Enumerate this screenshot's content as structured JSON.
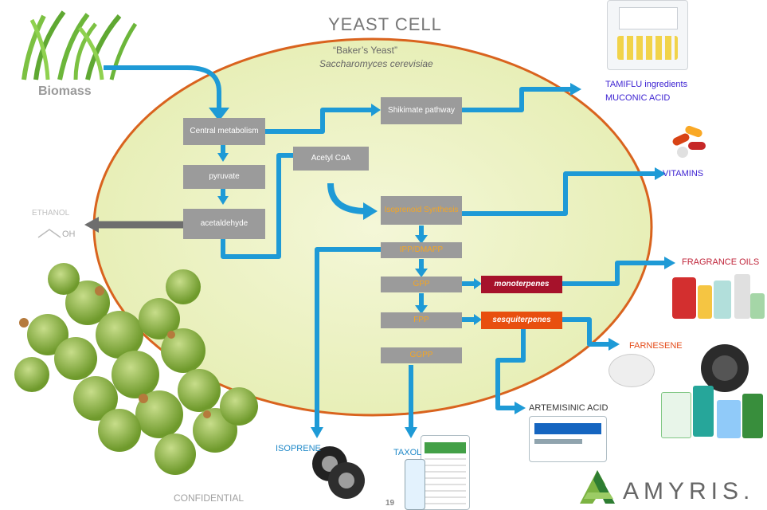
{
  "title": "YEAST CELL",
  "subtitle": "“Baker’s Yeast”",
  "species": "Saccharomyces cerevisiae",
  "biomass": "Biomass",
  "ethanol": "ETHANOL",
  "oh": "OH",
  "nodes": {
    "central": "Central metabolism",
    "pyruvate": "pyruvate",
    "acetaldehyde": "acetaldehyde",
    "acetyl": "Acetyl CoA",
    "shikimate": "Shikimate pathway",
    "isoprenoid": "Isoprenoid Synthesis",
    "ipp": "IPP/DMAPP",
    "gpp": "GPP",
    "fpp": "FPP",
    "ggpp": "GGPP",
    "mono": "monoterpenes",
    "sesqui": "sesquiterpenes"
  },
  "outputs": {
    "tamiflu": "TAMIFLU ingredients",
    "muconic": "MUCONIC ACID",
    "vitamins": "VITAMINS",
    "fragrance": "FRAGRANCE OILS",
    "farnesene": "FARNESENE",
    "artemisinic": "ARTEMISINIC ACID",
    "isoprene": "ISOPRENE",
    "taxol": "TAXOL"
  },
  "footer": {
    "confidential": "CONFIDENTIAL",
    "page": "19",
    "logo": "AMYRIS."
  },
  "colors": {
    "arrow": "#1e9ad6",
    "cell_fill": "#eef3c6",
    "cell_border": "#d9631e",
    "box": "#9b9b9b",
    "orange_text": "#f5a623",
    "monoterpenes": "#a6122b",
    "sesquiterpenes": "#e84f0f",
    "purple": "#3a1fd1",
    "crimson": "#c0263b",
    "orange_red": "#e44c1a"
  }
}
